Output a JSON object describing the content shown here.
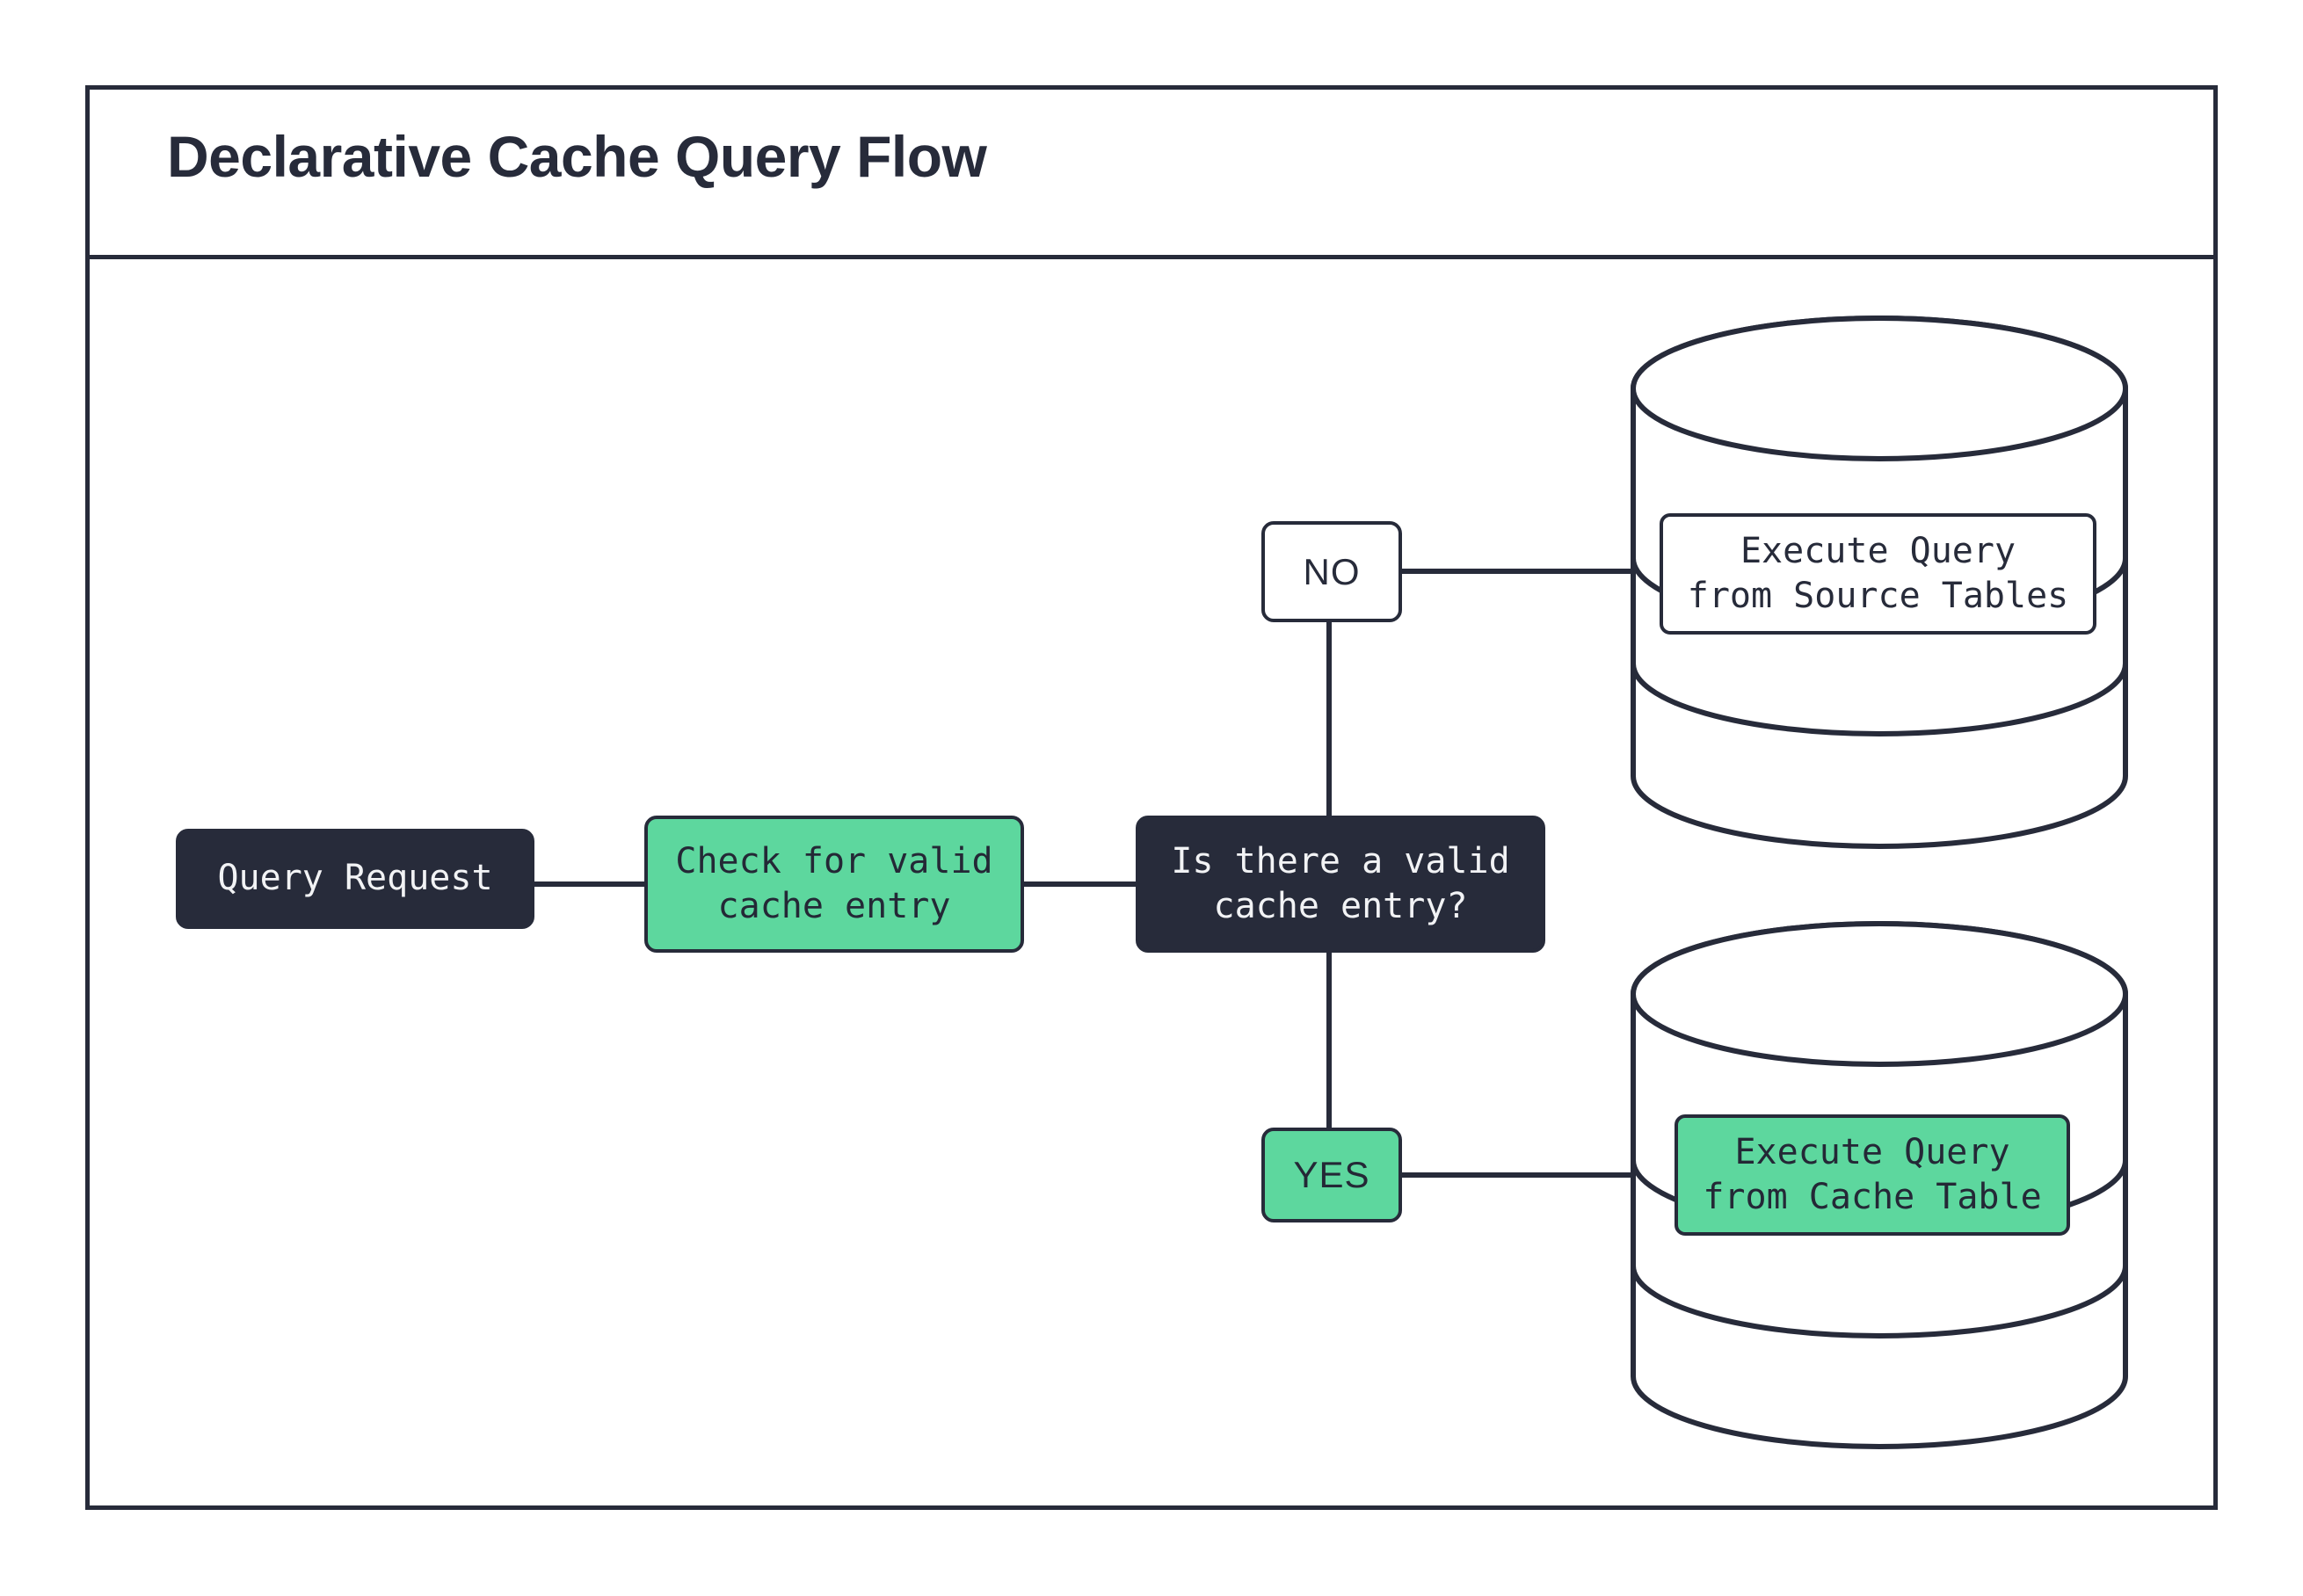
{
  "page": {
    "background": "#ffffff",
    "stroke_color": "#272b3a",
    "accent_green": "#5dd79e",
    "dark_fill": "#272b3a",
    "light_text": "#f2f3f5"
  },
  "header": {
    "title": "Declarative Cache Query Flow"
  },
  "flow": {
    "nodes": [
      {
        "id": "query-request",
        "label": "Query Request",
        "style": "dark",
        "shape": "rounded-rect"
      },
      {
        "id": "check-cache",
        "label": "Check for valid\ncache entry",
        "style": "green",
        "shape": "rounded-rect"
      },
      {
        "id": "decision",
        "label": "Is there a valid\ncache entry?",
        "style": "dark",
        "shape": "rounded-rect"
      },
      {
        "id": "source-tables",
        "label": "Execute Query\nfrom Source Tables",
        "style": "white",
        "shape": "rounded-rect-on-cylinder"
      },
      {
        "id": "cache-table",
        "label": "Execute Query\nfrom Cache Table",
        "style": "green",
        "shape": "rounded-rect-on-cylinder"
      }
    ],
    "branch_labels": [
      {
        "id": "no",
        "label": "NO",
        "style": "white"
      },
      {
        "id": "yes",
        "label": "YES",
        "style": "green"
      }
    ],
    "cylinders": [
      {
        "id": "source-database",
        "layers": 3
      },
      {
        "id": "cache-database",
        "layers": 3
      }
    ],
    "edges": [
      {
        "from": "query-request",
        "to": "check-cache"
      },
      {
        "from": "check-cache",
        "to": "decision"
      },
      {
        "from": "decision",
        "to": "no",
        "direction": "up"
      },
      {
        "from": "no",
        "to": "source-tables",
        "direction": "right"
      },
      {
        "from": "decision",
        "to": "yes",
        "direction": "down"
      },
      {
        "from": "yes",
        "to": "cache-table",
        "direction": "right"
      }
    ]
  }
}
